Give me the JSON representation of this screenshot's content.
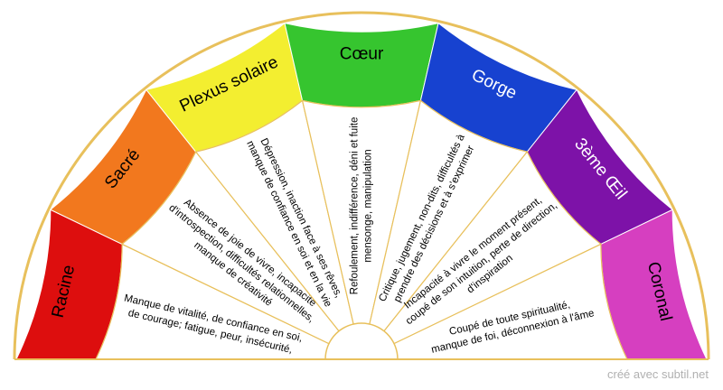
{
  "segments": [
    {
      "name": "Racine",
      "color": "#dd0e0e",
      "label_color": "#000000",
      "lines": [
        "Manque de vitalité, de confiance en soi,",
        "de courage; fatigue, peur, insécurité,"
      ]
    },
    {
      "name": "Sacré",
      "color": "#f2781e",
      "label_color": "#000000",
      "lines": [
        "Absence de joie de vivre, incapacité",
        "d'introspection, difficultés relationnelles,",
        "manque de créativité"
      ]
    },
    {
      "name": "Plexus solaire",
      "color": "#f3ee30",
      "label_color": "#000000",
      "lines": [
        "Dépression, inaction face à ses rêves,",
        "manque de confiance en soi et en la vie"
      ]
    },
    {
      "name": "Cœur",
      "color": "#36c52f",
      "label_color": "#000000",
      "lines": [
        "Refoulement, indifférence, déni et fuite",
        "mensonge, manipulation"
      ]
    },
    {
      "name": "Gorge",
      "color": "#1742d0",
      "label_color": "#ffffff",
      "lines": [
        "Critique, jugement, non-dits, difficultés à",
        "prendre des décisions et à s'exprimer"
      ]
    },
    {
      "name": "3ème Œil",
      "color": "#7d12a8",
      "label_color": "#ffffff",
      "lines": [
        "Incapacité à vivre le moment présent,",
        "coupé de son intuition, perte de direction,",
        "d'inspiration"
      ]
    },
    {
      "name": "Coronal",
      "color": "#d63fc0",
      "label_color": "#000000",
      "lines": [
        "Coupé de toute spiritualité,",
        "manque de foi, déconnexion à l'âme"
      ]
    }
  ],
  "credit": "créé avec subtil.net",
  "border_color": "#e8c05c"
}
